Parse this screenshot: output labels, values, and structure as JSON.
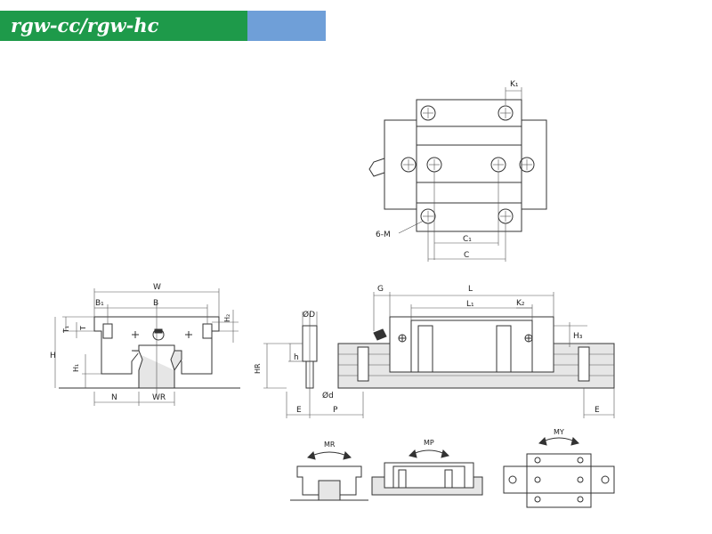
{
  "header": {
    "title": "rgw-cc/rgw-hc",
    "green_color": "#1e9a4a",
    "blue_color": "#6f9fd8"
  },
  "labels": {
    "k1": "K₁",
    "six_m": "6-M",
    "c1": "C₁",
    "c": "C",
    "w": "W",
    "b1": "B₁",
    "b": "B",
    "h2": "H₂",
    "t1": "T₁",
    "t": "T",
    "h": "H",
    "h1": "H₁",
    "n": "N",
    "wr": "WR",
    "phi_d_big": "ØD",
    "h_small": "h",
    "hr": "HR",
    "phi_d_small": "Ød",
    "e_left": "E",
    "p": "P",
    "g": "G",
    "l": "L",
    "l1": "L₁",
    "k2": "K₂",
    "h3": "H₃",
    "e_right": "E",
    "mr": "MR",
    "mp": "MP",
    "my": "MY"
  }
}
